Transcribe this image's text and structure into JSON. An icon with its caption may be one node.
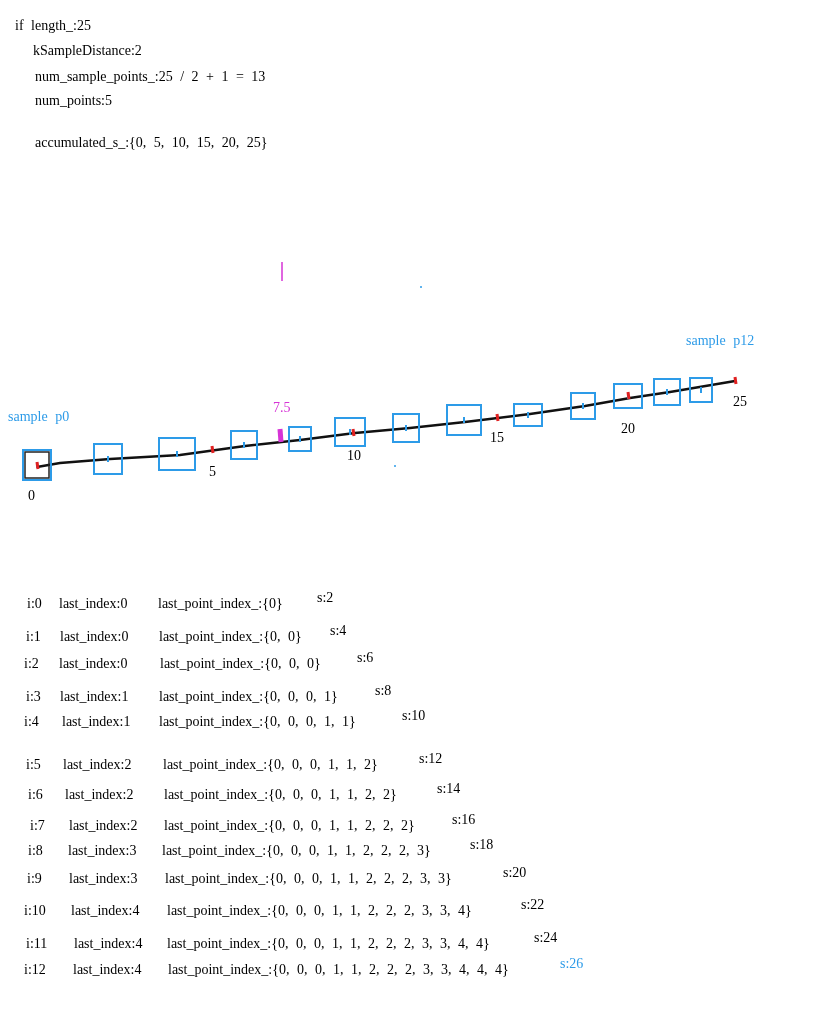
{
  "diagram": {
    "labels": [
      "if length_:25",
      "kSampleDistance:2",
      "num_sample_points_:25 / 2 + 1 = 13",
      "num_points:5",
      "accumulated_s_:{0, 5, 10, 15, 20, 25}",
      "sample p12",
      "25",
      "7.5",
      "sample p0",
      "20",
      "15",
      "10",
      "5",
      "0",
      "i:0",
      "last_index:0",
      "last_point_index_:{0}",
      "s:2",
      "i:1",
      "last_index:0",
      "last_point_index_:{0, 0}",
      "s:4",
      "i:2",
      "last_index:0",
      "last_point_index_:{0, 0, 0}",
      "s:6",
      "i:3",
      "last_index:1",
      "last_point_index_:{0, 0, 0, 1}",
      "s:8",
      "i:4",
      "last_index:1",
      "last_point_index_:{0, 0, 0, 1, 1}",
      "s:10",
      "i:5",
      "last_index:2",
      "last_point_index_:{0, 0, 0, 1, 1, 2}",
      "s:12",
      "i:6",
      "last_index:2",
      "last_point_index_:{0, 0, 0, 1, 1, 2, 2}",
      "s:14",
      "i:7",
      "last_index:2",
      "last_point_index_:{0, 0, 0, 1, 1, 2, 2, 2}",
      "s:16",
      "i:8",
      "last_index:3",
      "last_point_index_:{0, 0, 0, 1, 1, 2, 2, 2, 3}",
      "s:18",
      "i:9",
      "last_index:3",
      "last_point_index_:{0, 0, 0, 1, 1, 2, 2, 2, 3, 3}",
      "s:20",
      "i:10",
      "last_index:4",
      "last_point_index_:{0, 0, 0, 1, 1, 2, 2, 2, 3, 3, 4}",
      "s:22",
      "i:11",
      "last_index:4",
      "last_point_index_:{0, 0, 0, 1, 1, 2, 2, 2, 3, 3, 4, 4}",
      "s:24",
      "i:12",
      "last_index:4",
      "last_point_index_:{0, 0, 0, 1, 1, 2, 2, 2, 3, 3, 4, 4, 4}",
      "s:26"
    ]
  }
}
